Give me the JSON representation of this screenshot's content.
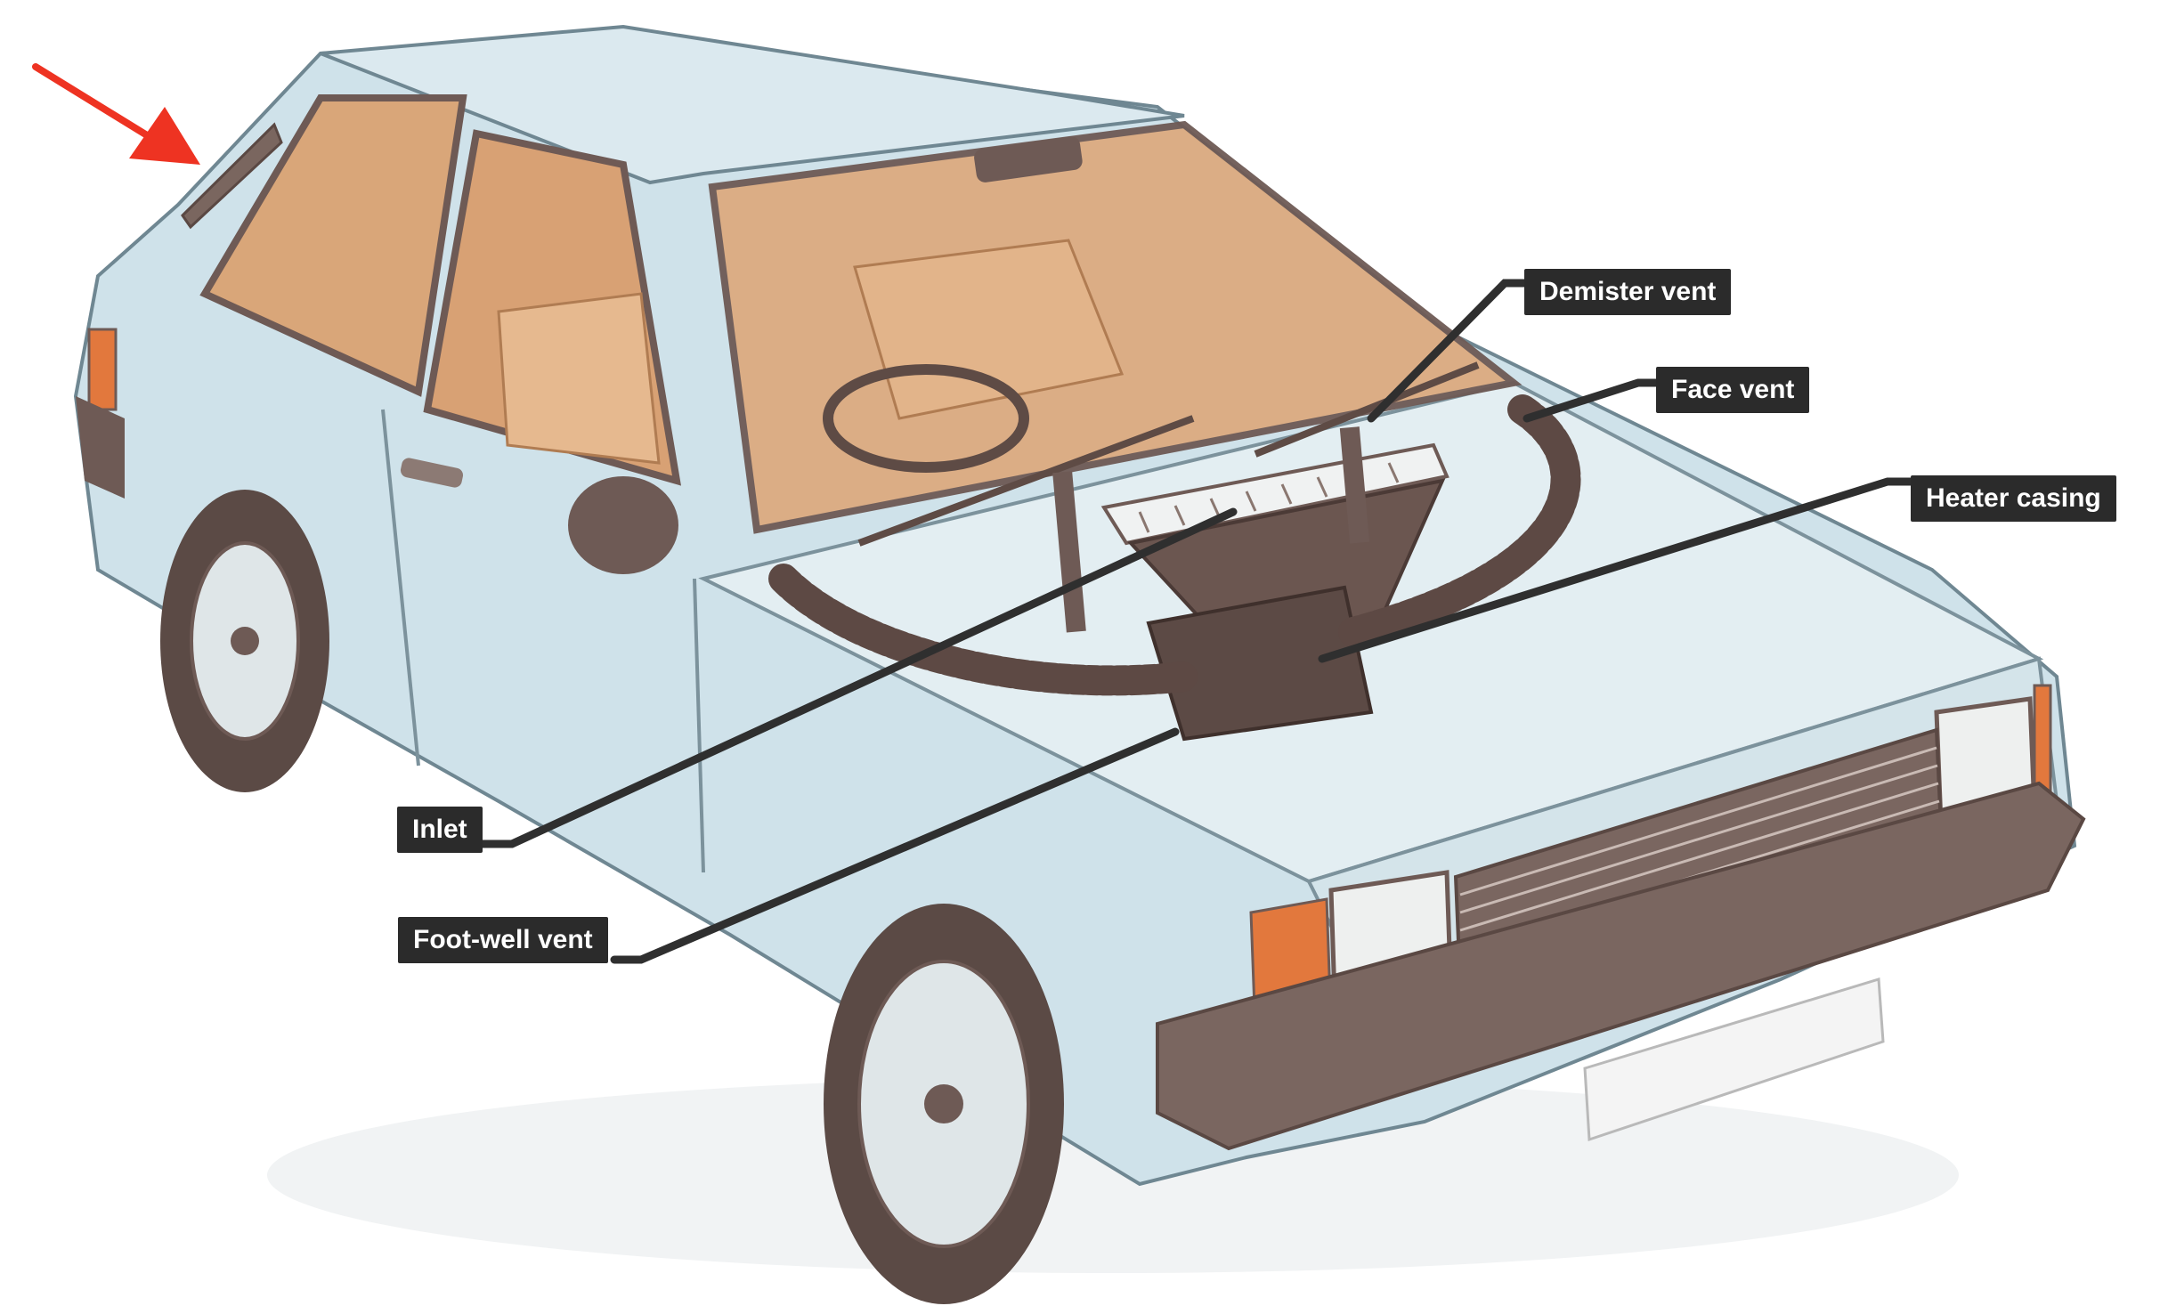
{
  "labels": {
    "demister_vent": "Demister vent",
    "face_vent": "Face vent",
    "heater_casing": "Heater casing",
    "inlet": "Inlet",
    "foot_well_vent": "Foot-well vent"
  },
  "colors": {
    "body": "#cfe2ea",
    "body_shadow": "#a9c3cf",
    "interior": "#d9a679",
    "trim": "#6e5a55",
    "label_bg": "#2b2b2b",
    "leader_line": "#2f2f2f",
    "arrow": "#ee3322",
    "indicator": "#e2783d"
  }
}
